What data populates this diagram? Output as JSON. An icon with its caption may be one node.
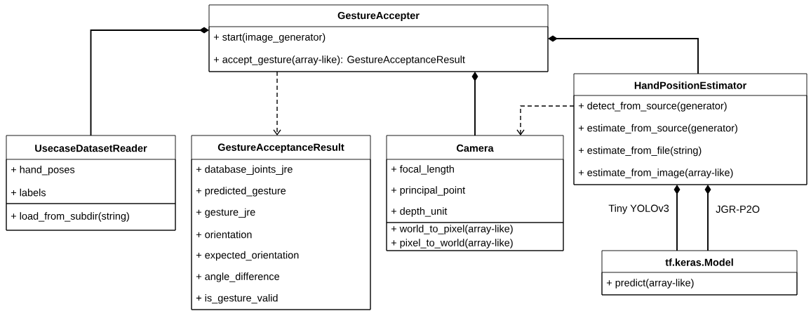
{
  "diagram": {
    "nodes": [
      {
        "text": [
          "GestureAccepter"
        ]
      },
      {
        "text": [
          "+ start(image_generator)",
          "+ accept_gesture(array-like): GestureAcceptanceResult"
        ],
        "in": 0
      },
      {
        "text": [
          "UsecaseDatasetReader"
        ]
      },
      {
        "text": [
          "+ hand_poses",
          "+ labels"
        ],
        "in": 2
      },
      {
        "text": [
          "+ load_from_subdir(string)"
        ],
        "in": 2
      },
      {
        "text": [
          "GestureAcceptanceResult"
        ]
      },
      {
        "text": [
          "+ database_joints_jre",
          "+ predicted_gesture",
          "+ gesture_jre",
          "+ orientation",
          "+ expected_orientation",
          "+ angle_difference",
          "+ is_gesture_valid"
        ],
        "in": 5
      },
      {
        "text": [
          "Camera"
        ]
      },
      {
        "text": [
          "+ focal_length",
          "+ principal_point",
          "+ depth_unit"
        ],
        "in": 7
      },
      {
        "text": [
          "+ world_to_pixel(array-like)",
          "+ pixel_to_world(array-like)"
        ],
        "in": 7
      },
      {
        "text": [
          "HandPositionEstimator"
        ]
      },
      {
        "text": [
          "+ detect_from_source(generator)",
          "+ estimate_from_source(generator)",
          "+ estimate_from_file(string)",
          "+ estimate_from_image(array-like)"
        ],
        "in": 10
      },
      {
        "text": [
          "tf.keras.Model"
        ]
      },
      {
        "text": [
          "+ predict(array-like)"
        ],
        "in": 12
      }
    ],
    "edges": [
      {
        "from": 0,
        "to": 2,
        "arrow": "other"
      },
      {
        "from": 0,
        "to": 5,
        "arrow": "to",
        "style": "dashed"
      },
      {
        "from": 0,
        "to": 7,
        "arrow": "other"
      },
      {
        "from": 0,
        "to": 10,
        "arrow": "other"
      },
      {
        "from": 10,
        "to": 7,
        "arrow": "to",
        "style": "dashed"
      },
      {
        "from": 10,
        "to": 12,
        "arrow": "other",
        "label": "Tiny YOLOv3"
      },
      {
        "from": 10,
        "to": 12,
        "arrow": "other",
        "label": "JGR-P2O"
      }
    ]
  }
}
